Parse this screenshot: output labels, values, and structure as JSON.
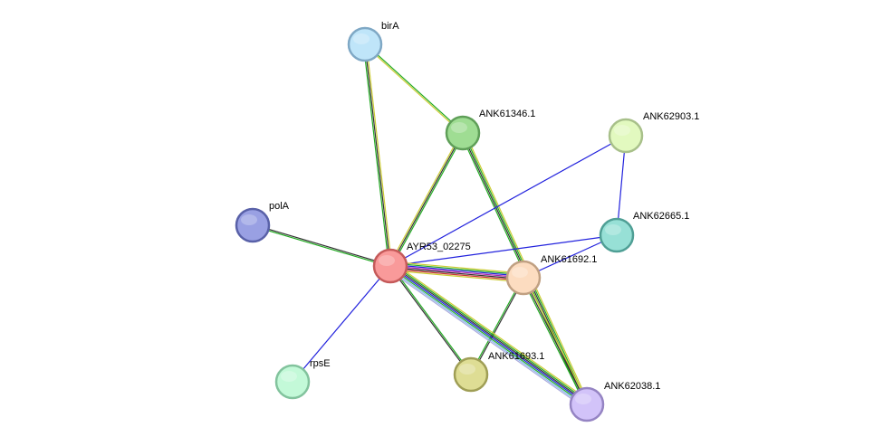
{
  "nodes": [
    {
      "id": "birA",
      "label": "birA",
      "fill": "#bfe5f9",
      "stroke": "#7fa8c5"
    },
    {
      "id": "ANK61346.1",
      "label": "ANK61346.1",
      "fill": "#9fdd93",
      "stroke": "#5f9f58"
    },
    {
      "id": "ANK62903.1",
      "label": "ANK62903.1",
      "fill": "#e2f9bf",
      "stroke": "#a8c08a"
    },
    {
      "id": "polA",
      "label": "polA",
      "fill": "#99a0e3",
      "stroke": "#5961a8"
    },
    {
      "id": "ANK62665.1",
      "label": "ANK62665.1",
      "fill": "#97e0d6",
      "stroke": "#4f9f95"
    },
    {
      "id": "AYR53_02275",
      "label": "AYR53_02275",
      "fill": "#f99a9a",
      "stroke": "#c55a5a"
    },
    {
      "id": "ANK61692.1",
      "label": "ANK61692.1",
      "fill": "#fcdcc0",
      "stroke": "#c0a082"
    },
    {
      "id": "rpsE",
      "label": "rpsE",
      "fill": "#c3f9d8",
      "stroke": "#82c39d"
    },
    {
      "id": "ANK61693.1",
      "label": "ANK61693.1",
      "fill": "#dedd94",
      "stroke": "#9f9e55"
    },
    {
      "id": "ANK62038.1",
      "label": "ANK62038.1",
      "fill": "#d2c3f9",
      "stroke": "#9584c3"
    }
  ],
  "edges": [
    {
      "source": "AYR53_02275",
      "target": "birA",
      "colors": [
        "#22aa22",
        "#333333",
        "#cccc33"
      ]
    },
    {
      "source": "birA",
      "target": "ANK61346.1",
      "colors": [
        "#22aa22",
        "#cccc33"
      ]
    },
    {
      "source": "AYR53_02275",
      "target": "ANK61346.1",
      "colors": [
        "#cccc33",
        "#333333",
        "#22aa22"
      ]
    },
    {
      "source": "ANK61346.1",
      "target": "ANK62038.1",
      "colors": [
        "#cccc33",
        "#22aa22",
        "#333333",
        "#22aa22"
      ]
    },
    {
      "source": "AYR53_02275",
      "target": "polA",
      "colors": [
        "#22aa22",
        "#333333"
      ]
    },
    {
      "source": "AYR53_02275",
      "target": "rpsE",
      "colors": [
        "#2222dd"
      ]
    },
    {
      "source": "AYR53_02275",
      "target": "ANK62903.1",
      "colors": [
        "#2222dd"
      ]
    },
    {
      "source": "ANK62903.1",
      "target": "ANK62665.1",
      "colors": [
        "#2222dd"
      ]
    },
    {
      "source": "AYR53_02275",
      "target": "ANK62665.1",
      "colors": [
        "#2222dd"
      ]
    },
    {
      "source": "ANK61692.1",
      "target": "ANK62665.1",
      "colors": [
        "#2222dd"
      ]
    },
    {
      "source": "AYR53_02275",
      "target": "ANK61692.1",
      "colors": [
        "#cccc33",
        "#22aa22",
        "#2222dd",
        "#aa22aa",
        "#333333",
        "#cc3333",
        "#cccc33"
      ]
    },
    {
      "source": "AYR53_02275",
      "target": "ANK61693.1",
      "colors": [
        "#22aa22",
        "#333333"
      ]
    },
    {
      "source": "ANK61692.1",
      "target": "ANK61693.1",
      "colors": [
        "#333333",
        "#22aa22"
      ]
    },
    {
      "source": "AYR53_02275",
      "target": "ANK62038.1",
      "colors": [
        "#cccc33",
        "#22aa22",
        "#333333",
        "#2222dd",
        "#22aa22",
        "#88bbee",
        "#aaaadd"
      ]
    },
    {
      "source": "ANK61692.1",
      "target": "ANK62038.1",
      "colors": [
        "#cccc33",
        "#333333",
        "#22aa22"
      ]
    }
  ]
}
